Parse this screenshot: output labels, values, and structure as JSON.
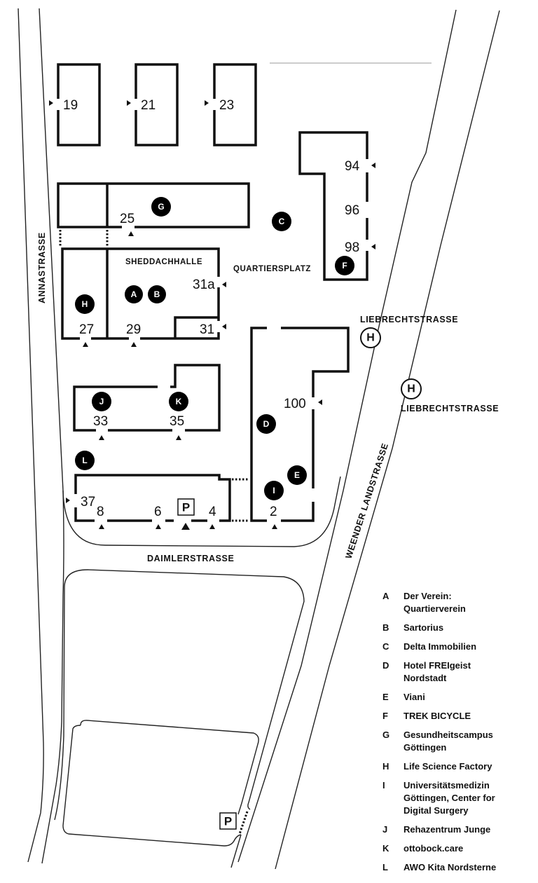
{
  "map": {
    "streets": {
      "annastrasse": "ANNASTRASSE",
      "daimlerstrasse": "DAIMLERSTRASSE",
      "weender": "WEENDER LANDSTRASSE",
      "liebrecht_1": "LIEBRECHTSTRASSE",
      "liebrecht_2": "LIEBRECHTSTRASSE"
    },
    "places": {
      "sheddachhalle": "SHEDDACHHALLE",
      "quartiersplatz": "QUARTIERSPLATZ"
    },
    "house_numbers": {
      "n19": "19",
      "n21": "21",
      "n23": "23",
      "n25": "25",
      "n27": "27",
      "n29": "29",
      "n31": "31",
      "n31a": "31a",
      "n33": "33",
      "n35": "35",
      "n37": "37",
      "n8": "8",
      "n6": "6",
      "n4": "4",
      "n2": "2",
      "n94": "94",
      "n96": "96",
      "n98": "98",
      "n100": "100"
    },
    "markers": {
      "A": "A",
      "B": "B",
      "C": "C",
      "D": "D",
      "E": "E",
      "F": "F",
      "G": "G",
      "H": "H",
      "I": "I",
      "J": "J",
      "K": "K",
      "L": "L"
    },
    "bus_stop_symbol": "H",
    "parking_symbol": "P"
  },
  "legend": [
    {
      "key": "A",
      "label": "Der Verein:\nQuartierverein"
    },
    {
      "key": "B",
      "label": "Sartorius"
    },
    {
      "key": "C",
      "label": "Delta Immobilien"
    },
    {
      "key": "D",
      "label": "Hotel FREIgeist\nNordstadt"
    },
    {
      "key": "E",
      "label": "Viani"
    },
    {
      "key": "F",
      "label": "TREK BICYCLE"
    },
    {
      "key": "G",
      "label": "Gesundheitscampus\nGöttingen"
    },
    {
      "key": "H",
      "label": "Life Science Factory"
    },
    {
      "key": "I",
      "label": "Universitätsmedizin\nGöttingen, Center for\nDigital Surgery"
    },
    {
      "key": "J",
      "label": "Rehazentrum Junge"
    },
    {
      "key": "K",
      "label": "ottobock.care"
    },
    {
      "key": "L",
      "label": "AWO Kita Nordsterne"
    }
  ]
}
